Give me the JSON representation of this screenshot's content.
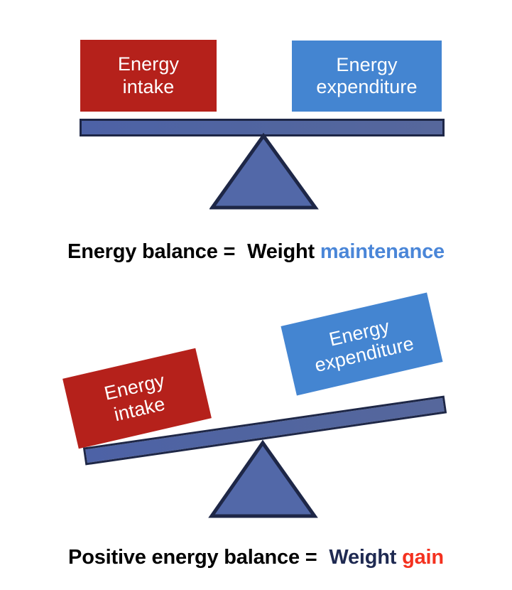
{
  "diagram": {
    "title": "Energy balance seesaw diagram",
    "type": "two-panel balance illustration",
    "colors": {
      "intake_box": "#B5211B",
      "expenditure_box": "#4485D1",
      "beam_fill": "#4B5FA3",
      "beam_border": "#1e2747",
      "fulcrum_fill": "#5268A8",
      "fulcrum_border": "#1e2747",
      "text_black": "#000000",
      "text_navy": "#1F2A52",
      "text_blue": "#4A86D8",
      "text_red": "#F4311F",
      "background": "#FFFFFF"
    }
  },
  "panels": [
    {
      "id": "balanced",
      "state": "level",
      "tilt_degrees": 0,
      "left_box": {
        "line1": "Energy",
        "line2": "intake",
        "color": "#B5211B",
        "side": "left"
      },
      "right_box": {
        "line1": "Energy",
        "line2": "expenditure",
        "color": "#4485D1",
        "side": "right"
      },
      "caption": {
        "full_text": "Energy balance =  Weight maintenance",
        "segments": [
          {
            "text": "Energy balance = ",
            "color": "#000000"
          },
          {
            "text": "Weight ",
            "color": "#000000"
          },
          {
            "text": "maintenance",
            "color": "#4A86D8"
          }
        ]
      }
    },
    {
      "id": "positive",
      "state": "tilted-left-down",
      "tilt_degrees": -8,
      "box_rotation_degrees": -13,
      "left_box": {
        "line1": "Energy",
        "line2": "intake",
        "color": "#B5211B",
        "side": "left"
      },
      "right_box": {
        "line1": "Energy",
        "line2": "expenditure",
        "color": "#4485D1",
        "side": "right"
      },
      "caption": {
        "full_text": "Positive energy balance =  Weight gain",
        "segments": [
          {
            "text": "Positive energy balance = ",
            "color": "#000000"
          },
          {
            "text": "Weight ",
            "color": "#1F2A52"
          },
          {
            "text": "gain",
            "color": "#F4311F"
          }
        ]
      }
    }
  ]
}
